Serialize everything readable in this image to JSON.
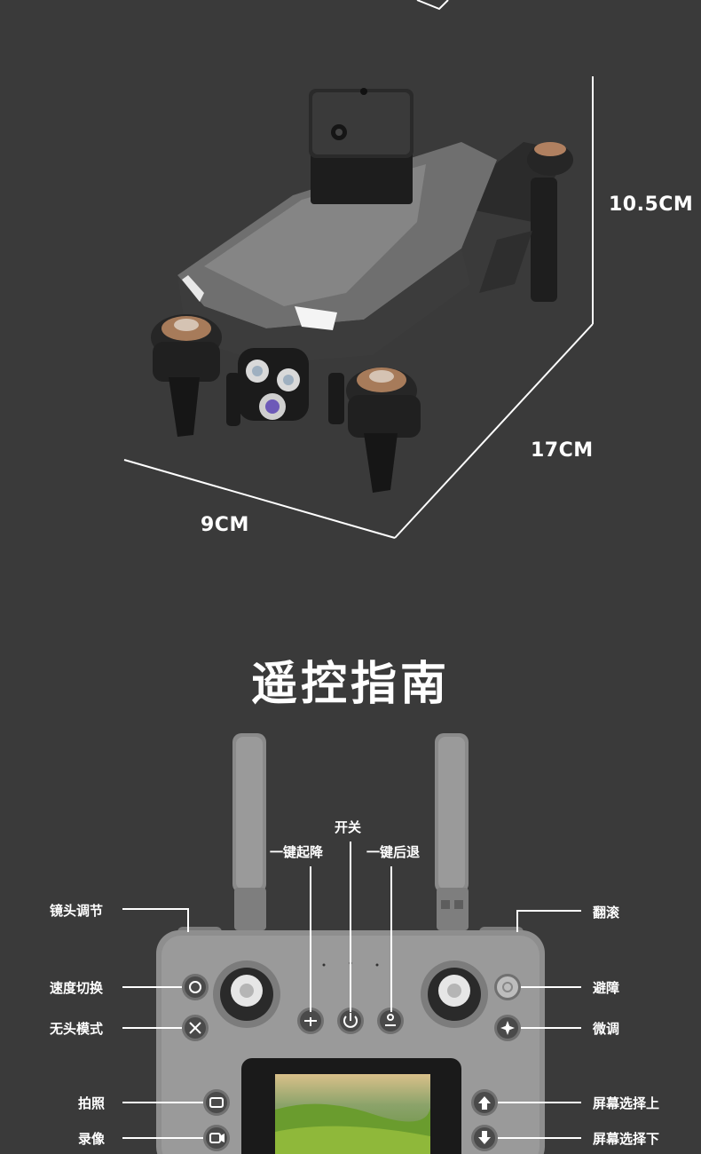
{
  "dimensions": {
    "height": "10.5CM",
    "length": "17CM",
    "width": "9CM"
  },
  "section_title": "遥控指南",
  "controller": {
    "top_labels": {
      "power": "开关",
      "one_key_takeoff_land": "一键起降",
      "one_key_return": "一键后退"
    },
    "left_labels": {
      "lens_adjust": "镜头调节",
      "speed_switch": "速度切换",
      "headless_mode": "无头模式",
      "photo": "拍照",
      "video": "录像"
    },
    "right_labels": {
      "flip": "翻滚",
      "obstacle_avoid": "避障",
      "trim": "微调",
      "screen_up": "屏幕选择上",
      "screen_down": "屏幕选择下"
    }
  },
  "colors": {
    "background": "#3a3a3a",
    "controller_body": "#8e8e8e",
    "line": "#ffffff"
  }
}
